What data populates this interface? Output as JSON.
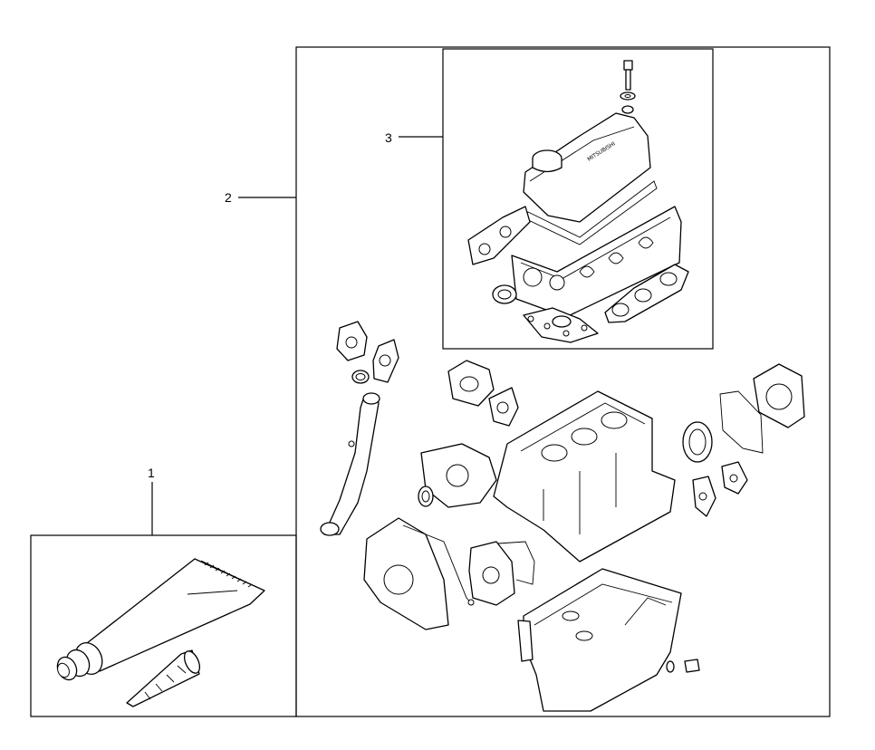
{
  "callouts": [
    {
      "id": "1",
      "label": "1"
    },
    {
      "id": "2",
      "label": "2"
    },
    {
      "id": "3",
      "label": "3"
    }
  ],
  "cover_marking": "MITSUBISHI",
  "icons": [
    "sealant-tube-icon",
    "nozzle-icon",
    "engine-block-icon",
    "valve-cover-icon",
    "oil-pan-icon",
    "water-pump-icon",
    "timing-cover-icon",
    "oil-seal-icon"
  ]
}
